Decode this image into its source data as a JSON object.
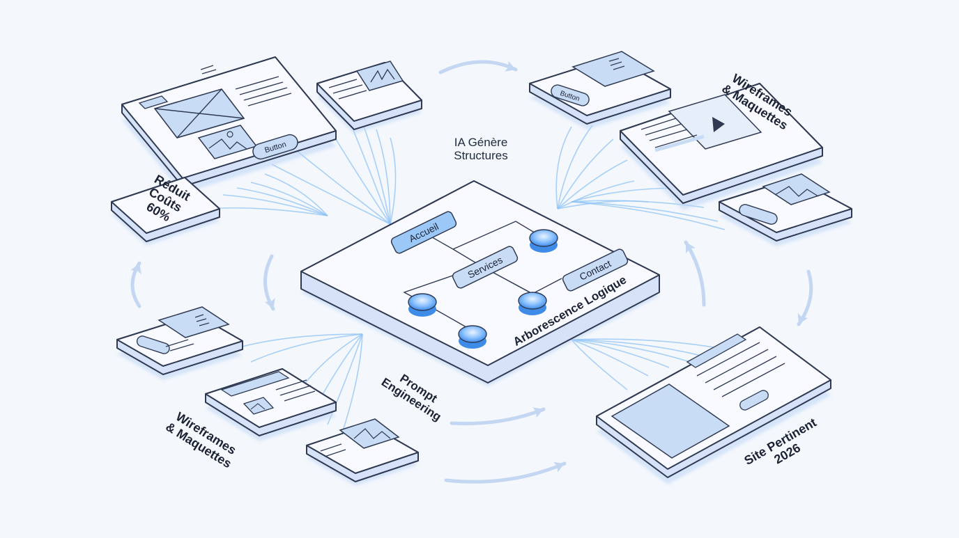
{
  "colors": {
    "background": "#f4f7fc",
    "card_face": "#f8faff",
    "card_edge": "#d6e2f8",
    "outline": "#2f3a52",
    "accent_blue": "#5a9af0",
    "placeholder_blue": "#c9dcf6"
  },
  "center_platform": {
    "nodes": {
      "accueil": "Accueil",
      "services": "Services",
      "contact": "Contact"
    },
    "label": "Arborescence Logique"
  },
  "labels": {
    "ia_genere": "IA Génère\nStructures",
    "prompt": "Prompt\nEngineering",
    "reduit_couts": "Réduit\nCoûts\n60%",
    "wireframes_right": "Wireframes\n& Maquettes",
    "wireframes_left": "Wireframes\n& Maquettes",
    "site_pertinent": "Site Pertinent\n2026"
  },
  "card_buttons": {
    "top_left": "Button",
    "top_right": "Button"
  },
  "icons": [
    "image-icon",
    "play-icon",
    "text-lines-icon",
    "arrow-icon"
  ]
}
